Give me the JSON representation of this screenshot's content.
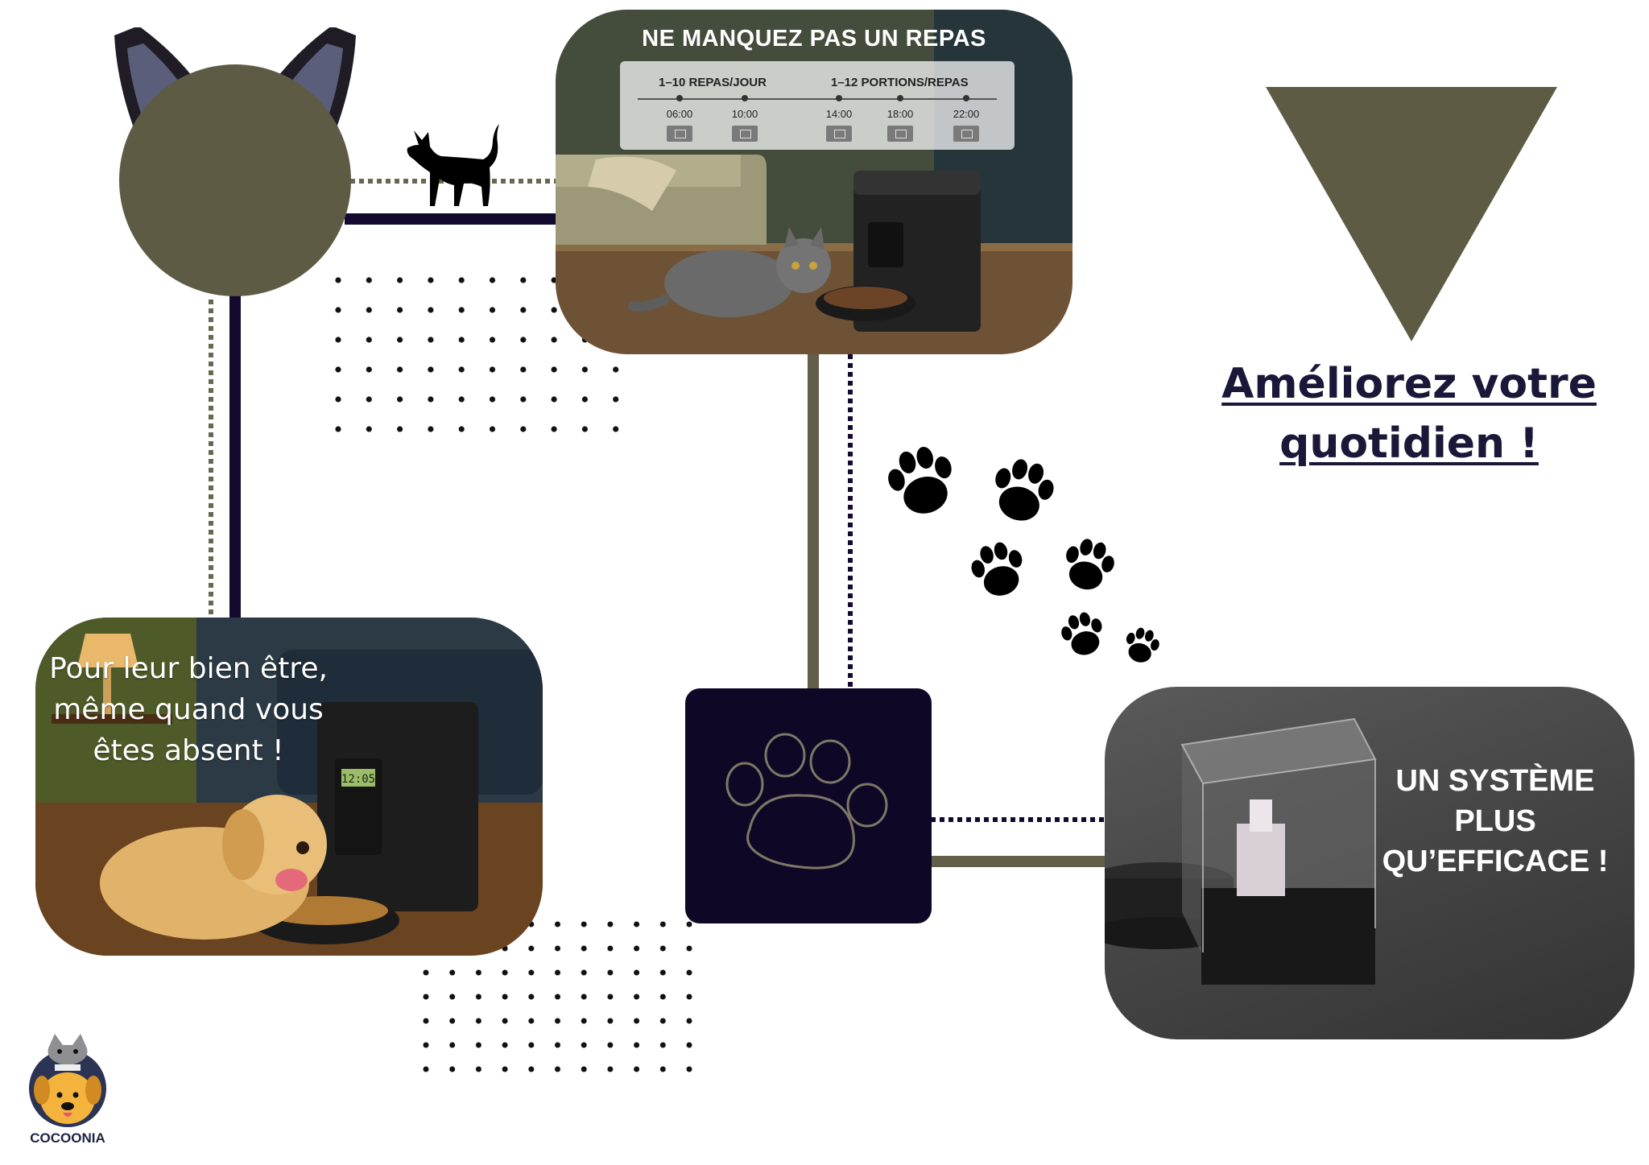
{
  "top_card": {
    "title": "NE MANQUEZ PAS UN REPAS",
    "meals_label": "1–10 REPAS/JOUR",
    "portions_label": "1–12 PORTIONS/REPAS",
    "times": [
      "06:00",
      "10:00",
      "14:00",
      "18:00",
      "22:00"
    ],
    "feeder_display": "12:05"
  },
  "left_card": {
    "text": "Pour leur bien être, même quand vous êtes absent !"
  },
  "right_card": {
    "text": "UN SYSTÈME PLUS QU’EFFICACE !"
  },
  "tagline": "Améliorez votre quotidien !",
  "brand": {
    "name": "COCOONIA"
  },
  "colors": {
    "olive": "#5e5b45",
    "navy": "#140a2f",
    "background": "#ffffff",
    "tagline": "#1a1738"
  },
  "icons": [
    "cat-ears-icon",
    "walking-cat-icon",
    "paw-prints-icon",
    "paw-outline-icon",
    "triangle-icon",
    "brand-logo-icon"
  ]
}
